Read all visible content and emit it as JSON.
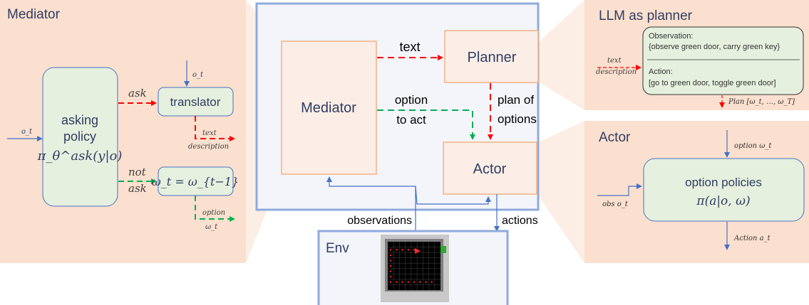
{
  "mediator_panel": {
    "title": "Mediator",
    "input_label": "o_t",
    "asking_policy": {
      "line1": "asking",
      "line2": "policy",
      "formula": "π_θ^ask(y|o)"
    },
    "ask_label": "ask",
    "not_ask_label": [
      "not",
      "ask"
    ],
    "observation_in": "o_t",
    "translator": "translator",
    "text_description": [
      "text",
      "description"
    ],
    "omega_update": "ω_t = ω_{t−1}",
    "option_output": [
      "option",
      "ω_t"
    ]
  },
  "center": {
    "mediator": "Mediator",
    "planner": "Planner",
    "actor": "Actor",
    "text_label": "text",
    "option_to_act": [
      "option",
      "to act"
    ],
    "plan_of_options": [
      "plan of",
      "options"
    ],
    "observations": "observations",
    "actions": "actions",
    "env_title": "Env"
  },
  "llm_panel": {
    "title": "LLM as planner",
    "text_description": [
      "text",
      "description"
    ],
    "observation_heading": "Observation:",
    "observation_text": "{observe green door, carry green key}",
    "action_heading": "Action:",
    "action_text": "[go to green door, toggle green door]",
    "plan_output": "Plan [ω_t, …, ω_T]"
  },
  "actor_panel": {
    "title": "Actor",
    "option_in": "option ω_t",
    "obs_in": "obs o_t",
    "policies_line1": "option policies",
    "policies_formula": "π(a|o, ω)",
    "action_out": "Action a_t"
  },
  "colors": {
    "panel_fill": "#fbe0cf",
    "green_box": "#e6f0de",
    "center_box_fill": "#f3f5fb",
    "red_arrow": "#ff0000",
    "green_arrow": "#00b050",
    "blue_line": "#4472c4",
    "orange_border": "#f4b183"
  }
}
